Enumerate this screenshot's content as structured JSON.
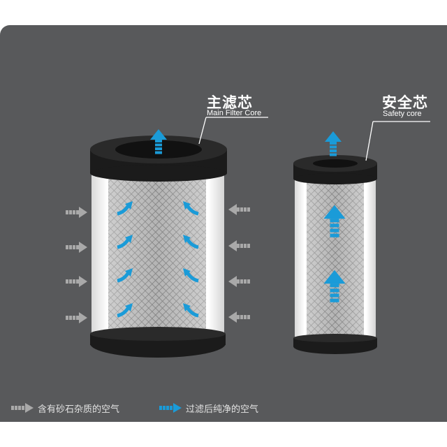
{
  "main_core": {
    "title_cn": "主滤芯",
    "title_en": "Main Filter Core"
  },
  "safety_core": {
    "title_cn": "安全芯",
    "title_en": "Safety core"
  },
  "legend": {
    "dirty_air": "含有砂石杂质的空气",
    "clean_air": "过滤后纯净的空气"
  },
  "colors": {
    "background": "#58595b",
    "cap": "#1b1b1b",
    "body": "#f3f3f3",
    "mesh": "#8c8c8c",
    "clean_arrow": "#1a9bd8",
    "dirty_arrow": "#a9a9a9"
  },
  "icons": [
    "gray-arrow-icon",
    "blue-arrow-icon"
  ]
}
